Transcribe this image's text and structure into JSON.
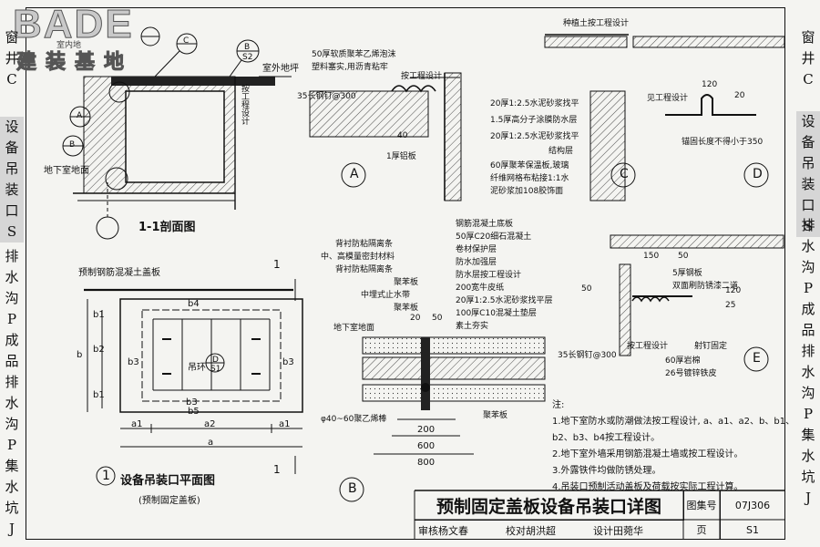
{
  "logo": {
    "brand": "BADE",
    "subtitle": "室内地",
    "cn": "建装基地"
  },
  "left_tabs": [
    "窗",
    "井",
    "C"
  ],
  "left_tabs_hidden_label": "窗",
  "right_tabs": {
    "top": [
      "窗",
      "井",
      "C"
    ],
    "active": [
      "设",
      "备",
      "吊",
      "装",
      "口",
      "S"
    ],
    "rest": [
      "排",
      "水",
      "沟",
      "P",
      "成",
      "品",
      "排",
      "水",
      "沟",
      "P",
      "集",
      "水",
      "坑",
      "J"
    ]
  },
  "section": {
    "title": "1-1剖面图",
    "outdoor_label": "室外地坪",
    "basement_label": "地下室地面",
    "engineering_note": "按工程设计",
    "callouts": [
      "A",
      "B",
      "C",
      "B",
      "S2"
    ]
  },
  "plan": {
    "label_slab": "预制钢筋混凝土盖板",
    "label_ring": "吊环",
    "section_mark": "1",
    "dims": [
      "a1",
      "a2",
      "a1",
      "a",
      "b",
      "b1",
      "b2",
      "b3",
      "b3",
      "b4",
      "b1",
      "b3",
      "b5"
    ],
    "detail_ref": "D",
    "detail_sheet": "S1",
    "title_num": "1",
    "title": "设备吊装口平面图",
    "subtitle": "(预制固定盖板)"
  },
  "detailA": {
    "label": "A",
    "notes": [
      "50厚软质聚苯乙烯泡沫",
      "塑料塞实,用沥青粘牢",
      "35长钢钉@300",
      "按工程设计",
      "1厚铝板"
    ],
    "dim": "40"
  },
  "detailB": {
    "label": "B",
    "left_notes": [
      "背衬防粘隔离条",
      "中、高模量密封材料",
      "背衬防粘隔离条",
      "聚苯板",
      "中埋式止水带",
      "聚苯板"
    ],
    "right_notes": [
      "钢筋混凝土底板",
      "50厚C20细石混凝土",
      "卷材保护层",
      "防水加强层",
      "防水层按工程设计",
      "200宽牛皮纸",
      "20厚1:2.5水泥砂浆找平层",
      "100厚C10混凝土垫层",
      "素土夯实"
    ],
    "ground": "地下室地面",
    "rod": "φ40~60聚乙烯棒",
    "board": "聚苯板",
    "dims": [
      "20",
      "50",
      "200",
      "600",
      "800"
    ]
  },
  "detailC": {
    "label": "C",
    "top_note": "种植土按工程设计",
    "notes": [
      "20厚1:2.5水泥砂浆找平",
      "1.5厚高分子涂膜防水层",
      "20厚1:2.5水泥砂浆找平",
      "结构层",
      "60厚聚苯保温板,玻璃",
      "纤维网格布粘接1:1水",
      "泥砂浆加108胶饰面"
    ]
  },
  "detailD": {
    "label": "D",
    "note1": "见工程设计",
    "note2": "锚固长度不得小于350",
    "dim": "120",
    "dim2": "20"
  },
  "detailE": {
    "label": "E",
    "notes": [
      "5厚钢板",
      "双面刷防锈漆二道",
      "按工程设计",
      "射钉固定",
      "35长钢钉@300",
      "60厚岩棉",
      "26号镀锌铁皮"
    ],
    "dims": [
      "150",
      "50",
      "50",
      "25",
      "120"
    ]
  },
  "notes": {
    "heading": "注:",
    "items": [
      "1.地下室防水或防潮做法按工程设计, a、a1、a2、b、b1、",
      "  b2、b3、b4按工程设计。",
      "2.地下室外墙采用钢筋混凝土墙或按工程设计。",
      "3.外露铁件均做防锈处理。",
      "4.吊装口预制活动盖板及荷载按实际工程计算。"
    ]
  },
  "title_block": {
    "title": "预制固定盖板设备吊装口详图",
    "atlas_label": "图集号",
    "atlas_no": "07J306",
    "page_label": "页",
    "page_no": "S1",
    "sign_row": [
      "审核杨文春",
      "校对胡洪超",
      "设计田菀华"
    ]
  }
}
